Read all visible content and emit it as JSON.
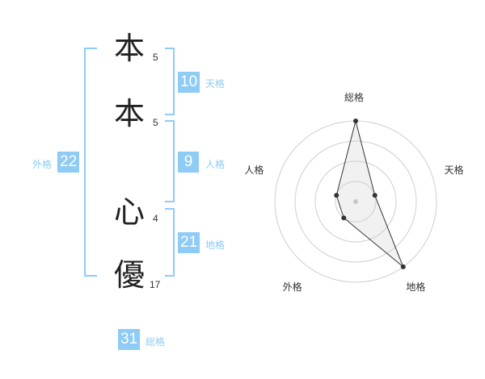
{
  "name": {
    "characters": [
      {
        "char": "本",
        "strokes": "5"
      },
      {
        "char": "本",
        "strokes": "5"
      },
      {
        "char": "心",
        "strokes": "4"
      },
      {
        "char": "優",
        "strokes": "17"
      }
    ]
  },
  "fortunes": {
    "tenkaku": {
      "value": "10",
      "label": "天格"
    },
    "jinkaku": {
      "value": "9",
      "label": "人格"
    },
    "chikaku": {
      "value": "21",
      "label": "地格"
    },
    "gaikaku": {
      "value": "22",
      "label": "外格"
    },
    "soukaku": {
      "value": "31",
      "label": "総格"
    }
  },
  "accent_color": "#8ecbf5",
  "chart_data": {
    "type": "radar",
    "axes": [
      "総格",
      "天格",
      "地格",
      "外格",
      "人格"
    ],
    "values": [
      4,
      1,
      4,
      1,
      1
    ],
    "rlim": [
      0,
      4
    ],
    "rings": 4,
    "grid": true
  }
}
